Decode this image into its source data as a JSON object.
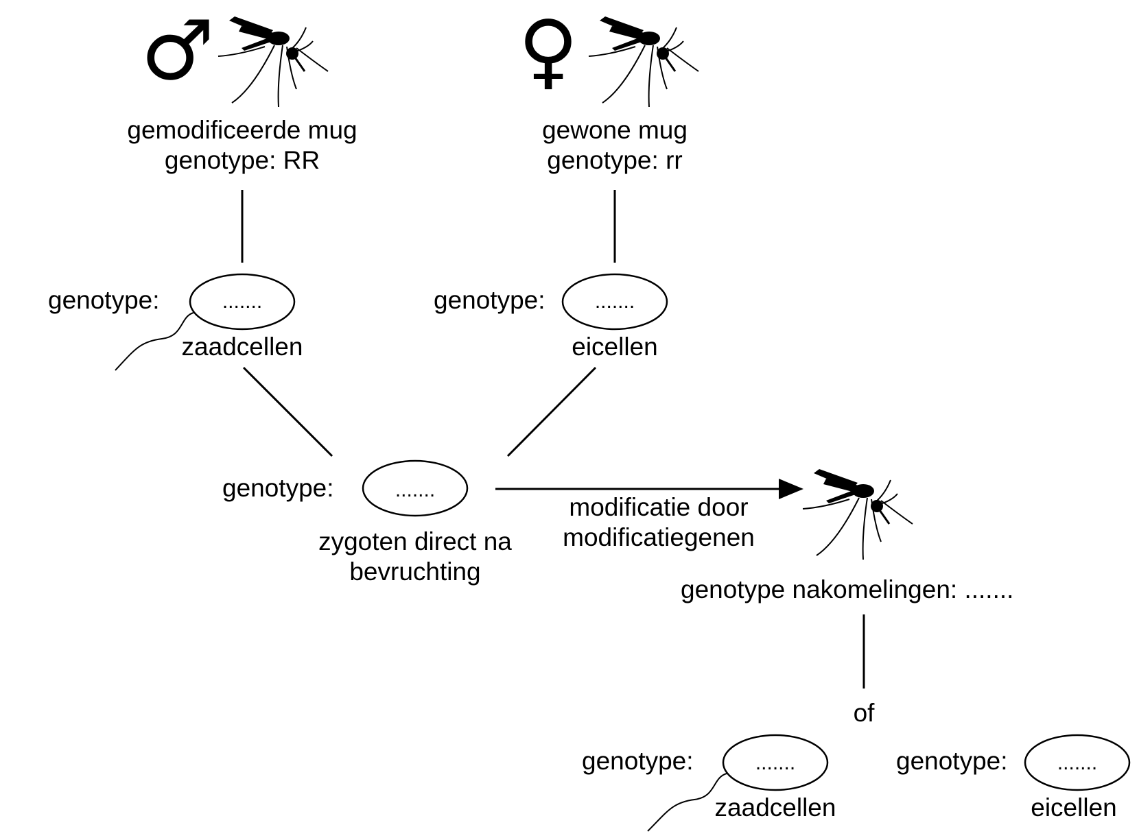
{
  "symbols": {
    "male": "♂",
    "female": "♀"
  },
  "parents": {
    "male": {
      "line1": "gemodificeerde mug",
      "line2": "genotype: RR"
    },
    "female": {
      "line1": "gewone mug",
      "line2": "genotype: rr"
    }
  },
  "gametes": {
    "male": {
      "prefix": "genotype:",
      "value": ".......",
      "label": "zaadcellen"
    },
    "female": {
      "prefix": "genotype:",
      "value": ".......",
      "label": "eicellen"
    }
  },
  "zygote": {
    "prefix": "genotype:",
    "value": ".......",
    "label_line1": "zygoten direct na",
    "label_line2": "bevruchting"
  },
  "modification": {
    "line1": "modificatie door",
    "line2": "modificatiegenen"
  },
  "offspring": {
    "label": "genotype nakomelingen: ......."
  },
  "or_label": "of",
  "offspring_gametes": {
    "sperm": {
      "prefix": "genotype:",
      "value": ".......",
      "label": "zaadcellen"
    },
    "eggs": {
      "prefix": "genotype:",
      "value": ".......",
      "label": "eicellen"
    }
  }
}
